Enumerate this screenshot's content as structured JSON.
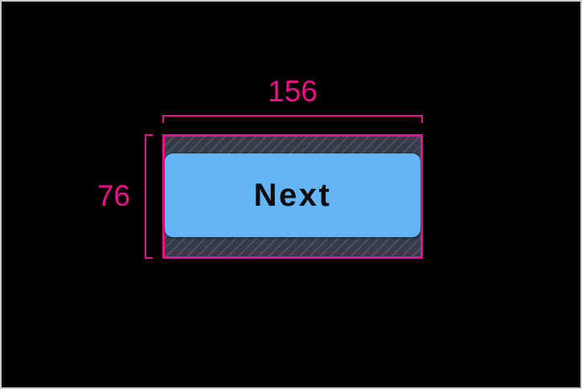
{
  "colors": {
    "background": "#000000",
    "frame_border": "#C9C9C9",
    "accent": "#F20D8C",
    "button_fill": "#64B5F6",
    "button_text": "#0D0D0D",
    "hatch_base": "#353C47",
    "hatch_stripe": "#4A525F"
  },
  "redline": {
    "width_label": "156",
    "height_label": "76"
  },
  "button": {
    "label": "Next"
  }
}
